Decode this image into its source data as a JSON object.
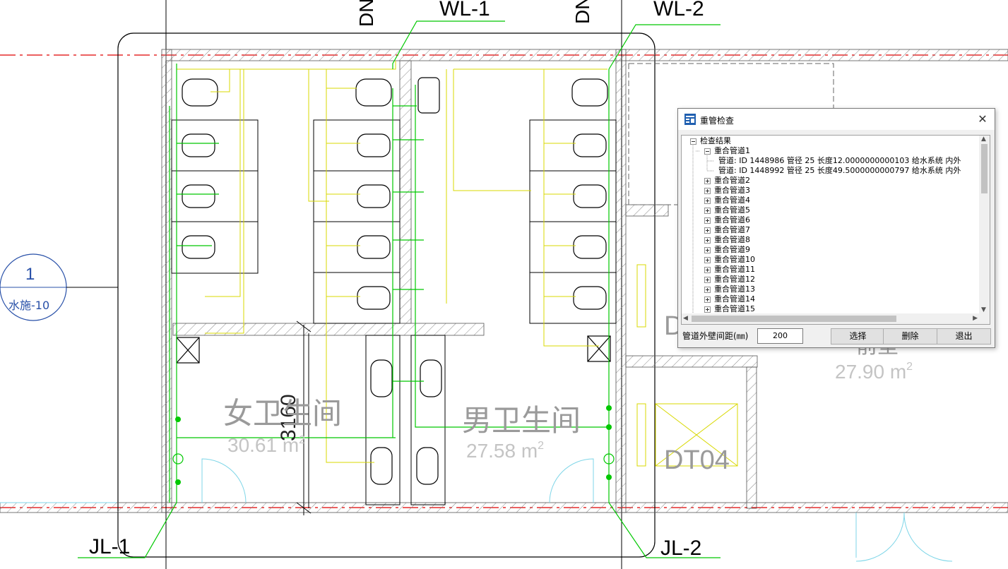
{
  "drawing": {
    "pipe_labels": {
      "wl1": "WL-1",
      "wl2": "WL-2",
      "jl1": "JL-1",
      "jl2": "JL-2"
    },
    "dn_labels": [
      "DN",
      "DN"
    ],
    "callout": {
      "number": "1",
      "sheet": "水施-10"
    },
    "rooms": [
      {
        "name": "女卫生间",
        "area": "30.61 m",
        "sup": "2"
      },
      {
        "name": "男卫生间",
        "area": "27.58 m",
        "sup": "2"
      },
      {
        "name": "前室",
        "area": "27.90 m",
        "sup": "2"
      }
    ],
    "shafts": [
      "DT04",
      "D"
    ],
    "dimension": "3160",
    "colors": {
      "pipe_yellow": "#d8d800",
      "pipe_green": "#00c800",
      "wall": "#000000",
      "axis_red": "#e00000",
      "door_cyan": "#7fd6e8",
      "room_text": "#9a9a9a"
    }
  },
  "dialog": {
    "title": "重管检查",
    "close_glyph": "✕",
    "tree": {
      "root": "检查结果",
      "group1": {
        "label": "重合管道1",
        "children": [
          "管道: ID 1448986 管径 25 长度12.0000000000103 给水系统 内外",
          "管道: ID 1448992 管径 25 长度49.5000000000797 给水系统 内外"
        ]
      },
      "collapsed": [
        "重合管道2",
        "重合管道3",
        "重合管道4",
        "重合管道5",
        "重合管道6",
        "重合管道7",
        "重合管道8",
        "重合管道9",
        "重合管道10",
        "重合管道11",
        "重合管道12",
        "重合管道13",
        "重合管道14",
        "重合管道15"
      ]
    },
    "spacing_label": "管道外壁间距(㎜)",
    "spacing_value": "200",
    "buttons": {
      "select": "选择",
      "delete": "删除",
      "exit": "退出"
    }
  }
}
